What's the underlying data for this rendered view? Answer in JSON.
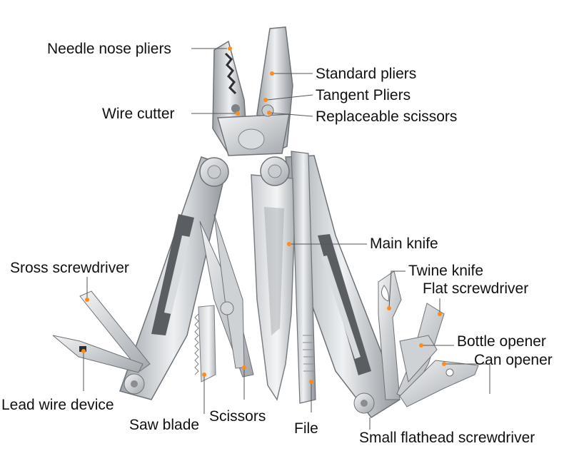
{
  "labels": {
    "needle_nose_pliers": "Needle nose pliers",
    "standard_pliers": "Standard pliers",
    "tangent_pliers": "Tangent Pliers",
    "wire_cutter": "Wire cutter",
    "replaceable_scissors": "Replaceable scissors",
    "main_knife": "Main knife",
    "sross_screwdriver": "Sross screwdriver",
    "twine_knife": "Twine knife",
    "flat_screwdriver": "Flat screwdriver",
    "bottle_opener": "Bottle opener",
    "can_opener": "Can opener",
    "lead_wire_device": "Lead wire device",
    "saw_blade": "Saw blade",
    "scissors": "Scissors",
    "file": "File",
    "small_flathead_screwdriver": "Small flathead screwdriver"
  },
  "colors": {
    "steel_light": "#e4e6e8",
    "steel_mid": "#b9bdc1",
    "steel_dark": "#7d8288",
    "shadow": "#3a3d41",
    "leader_line": "#555555",
    "text": "#111111"
  }
}
